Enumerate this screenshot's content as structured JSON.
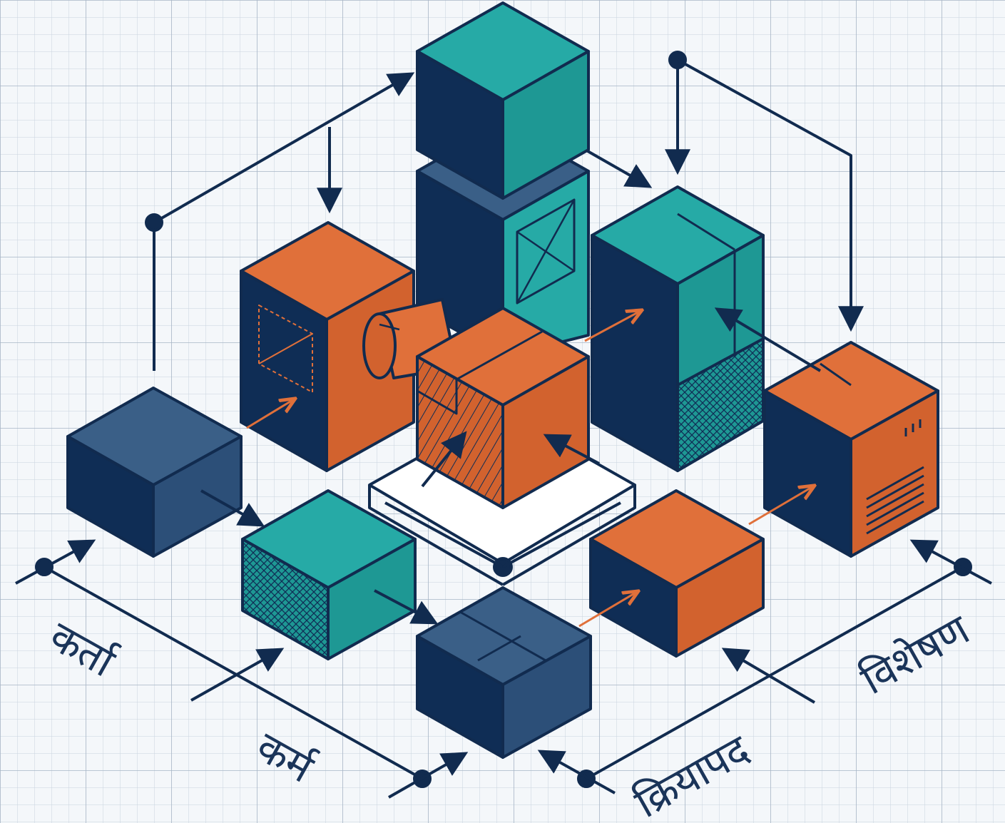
{
  "labels": {
    "karta": "कर्ता",
    "karma": "कर्म",
    "kriyapad": "क्रियापद",
    "visheshan": "विशेषण"
  },
  "palette": {
    "navy": "#0f2d55",
    "navy_line": "#112b4f",
    "slate_blue_top": "#3a5f87",
    "slate_blue_side": "#2c4f78",
    "teal_top": "#26aaa6",
    "teal_side": "#1e9894",
    "orange_top": "#e0703a",
    "orange_side": "#d2622e",
    "grid_minor": "#c9d3df",
    "grid_major": "#a7b5c6",
    "background": "#f4f7fa"
  }
}
